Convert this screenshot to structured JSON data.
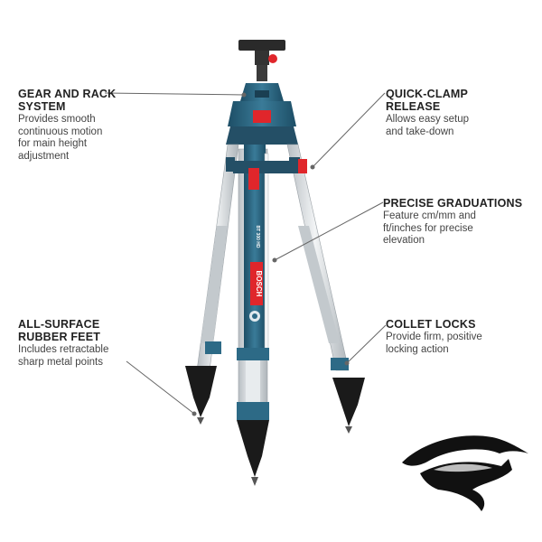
{
  "callouts": [
    {
      "id": "gear",
      "title": "GEAR AND RACK\nSYSTEM",
      "description": "Provides smooth\ncontinuous motion\nfor main height\nadjustment"
    },
    {
      "id": "quick",
      "title": "QUICK-CLAMP\nRELEASE",
      "description": "Allows easy setup\nand take-down"
    },
    {
      "id": "precise",
      "title": "PRECISE GRADUATIONS",
      "description": "Feature cm/mm and\nft/inches for precise\nelevation"
    },
    {
      "id": "allsurface",
      "title": "ALL-SURFACE\nRUBBER FEET",
      "description": "Includes retractable\nsharp metal points"
    },
    {
      "id": "collet",
      "title": "COLLET LOCKS",
      "description": "Provide firm, positive\nlocking action"
    }
  ],
  "product": {
    "brand_mark": "BOSCH",
    "model_label": "BT 300 HD"
  },
  "colors": {
    "tripod_blue": "#2d6a86",
    "tripod_blue_dark": "#1d4e66",
    "aluminum": "#d9dde0",
    "clamp_red": "#e0262b",
    "foot_black": "#1a1a1a",
    "leader_line": "#666666"
  },
  "watermark": {
    "icon": "bull-logo-icon"
  }
}
